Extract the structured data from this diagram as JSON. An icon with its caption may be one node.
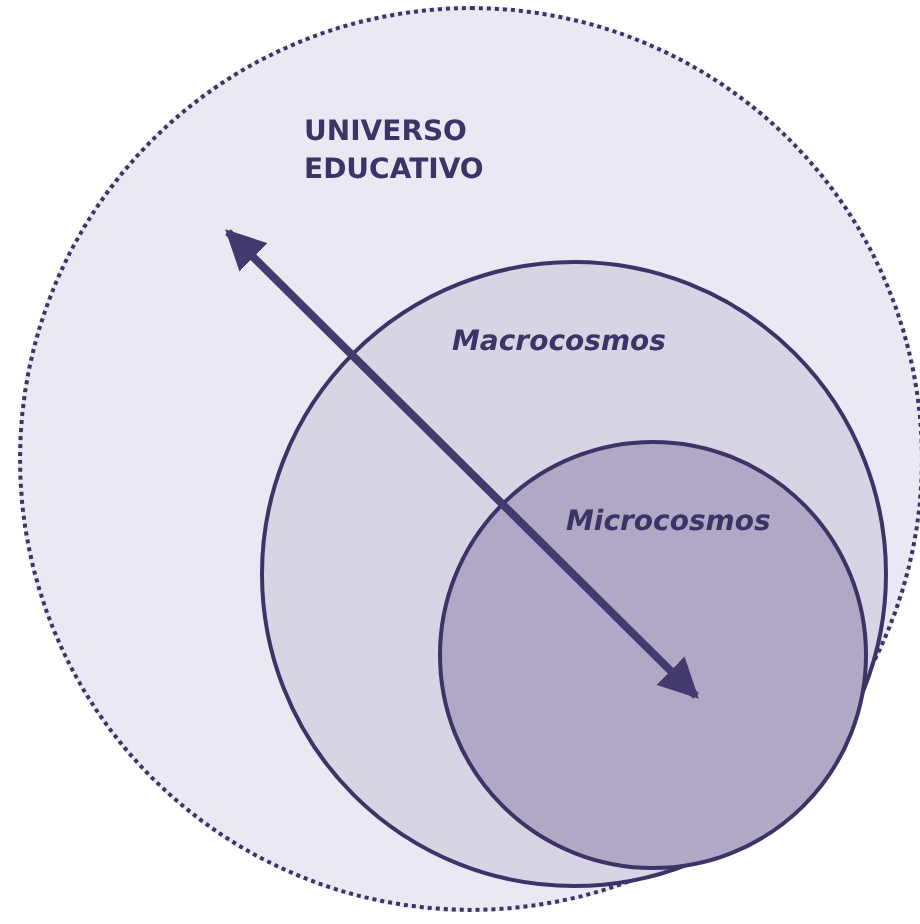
{
  "diagram": {
    "nodes": [
      {
        "text": [
          "UNIVERSO EDUCATIVO"
        ]
      },
      {
        "text": [
          "Macrocosmos"
        ],
        "in": 0
      },
      {
        "text": [
          "Microcosmos"
        ],
        "in": 1
      }
    ],
    "edges": [
      {
        "from": 1,
        "to": 2,
        "arrow": "both"
      }
    ]
  }
}
